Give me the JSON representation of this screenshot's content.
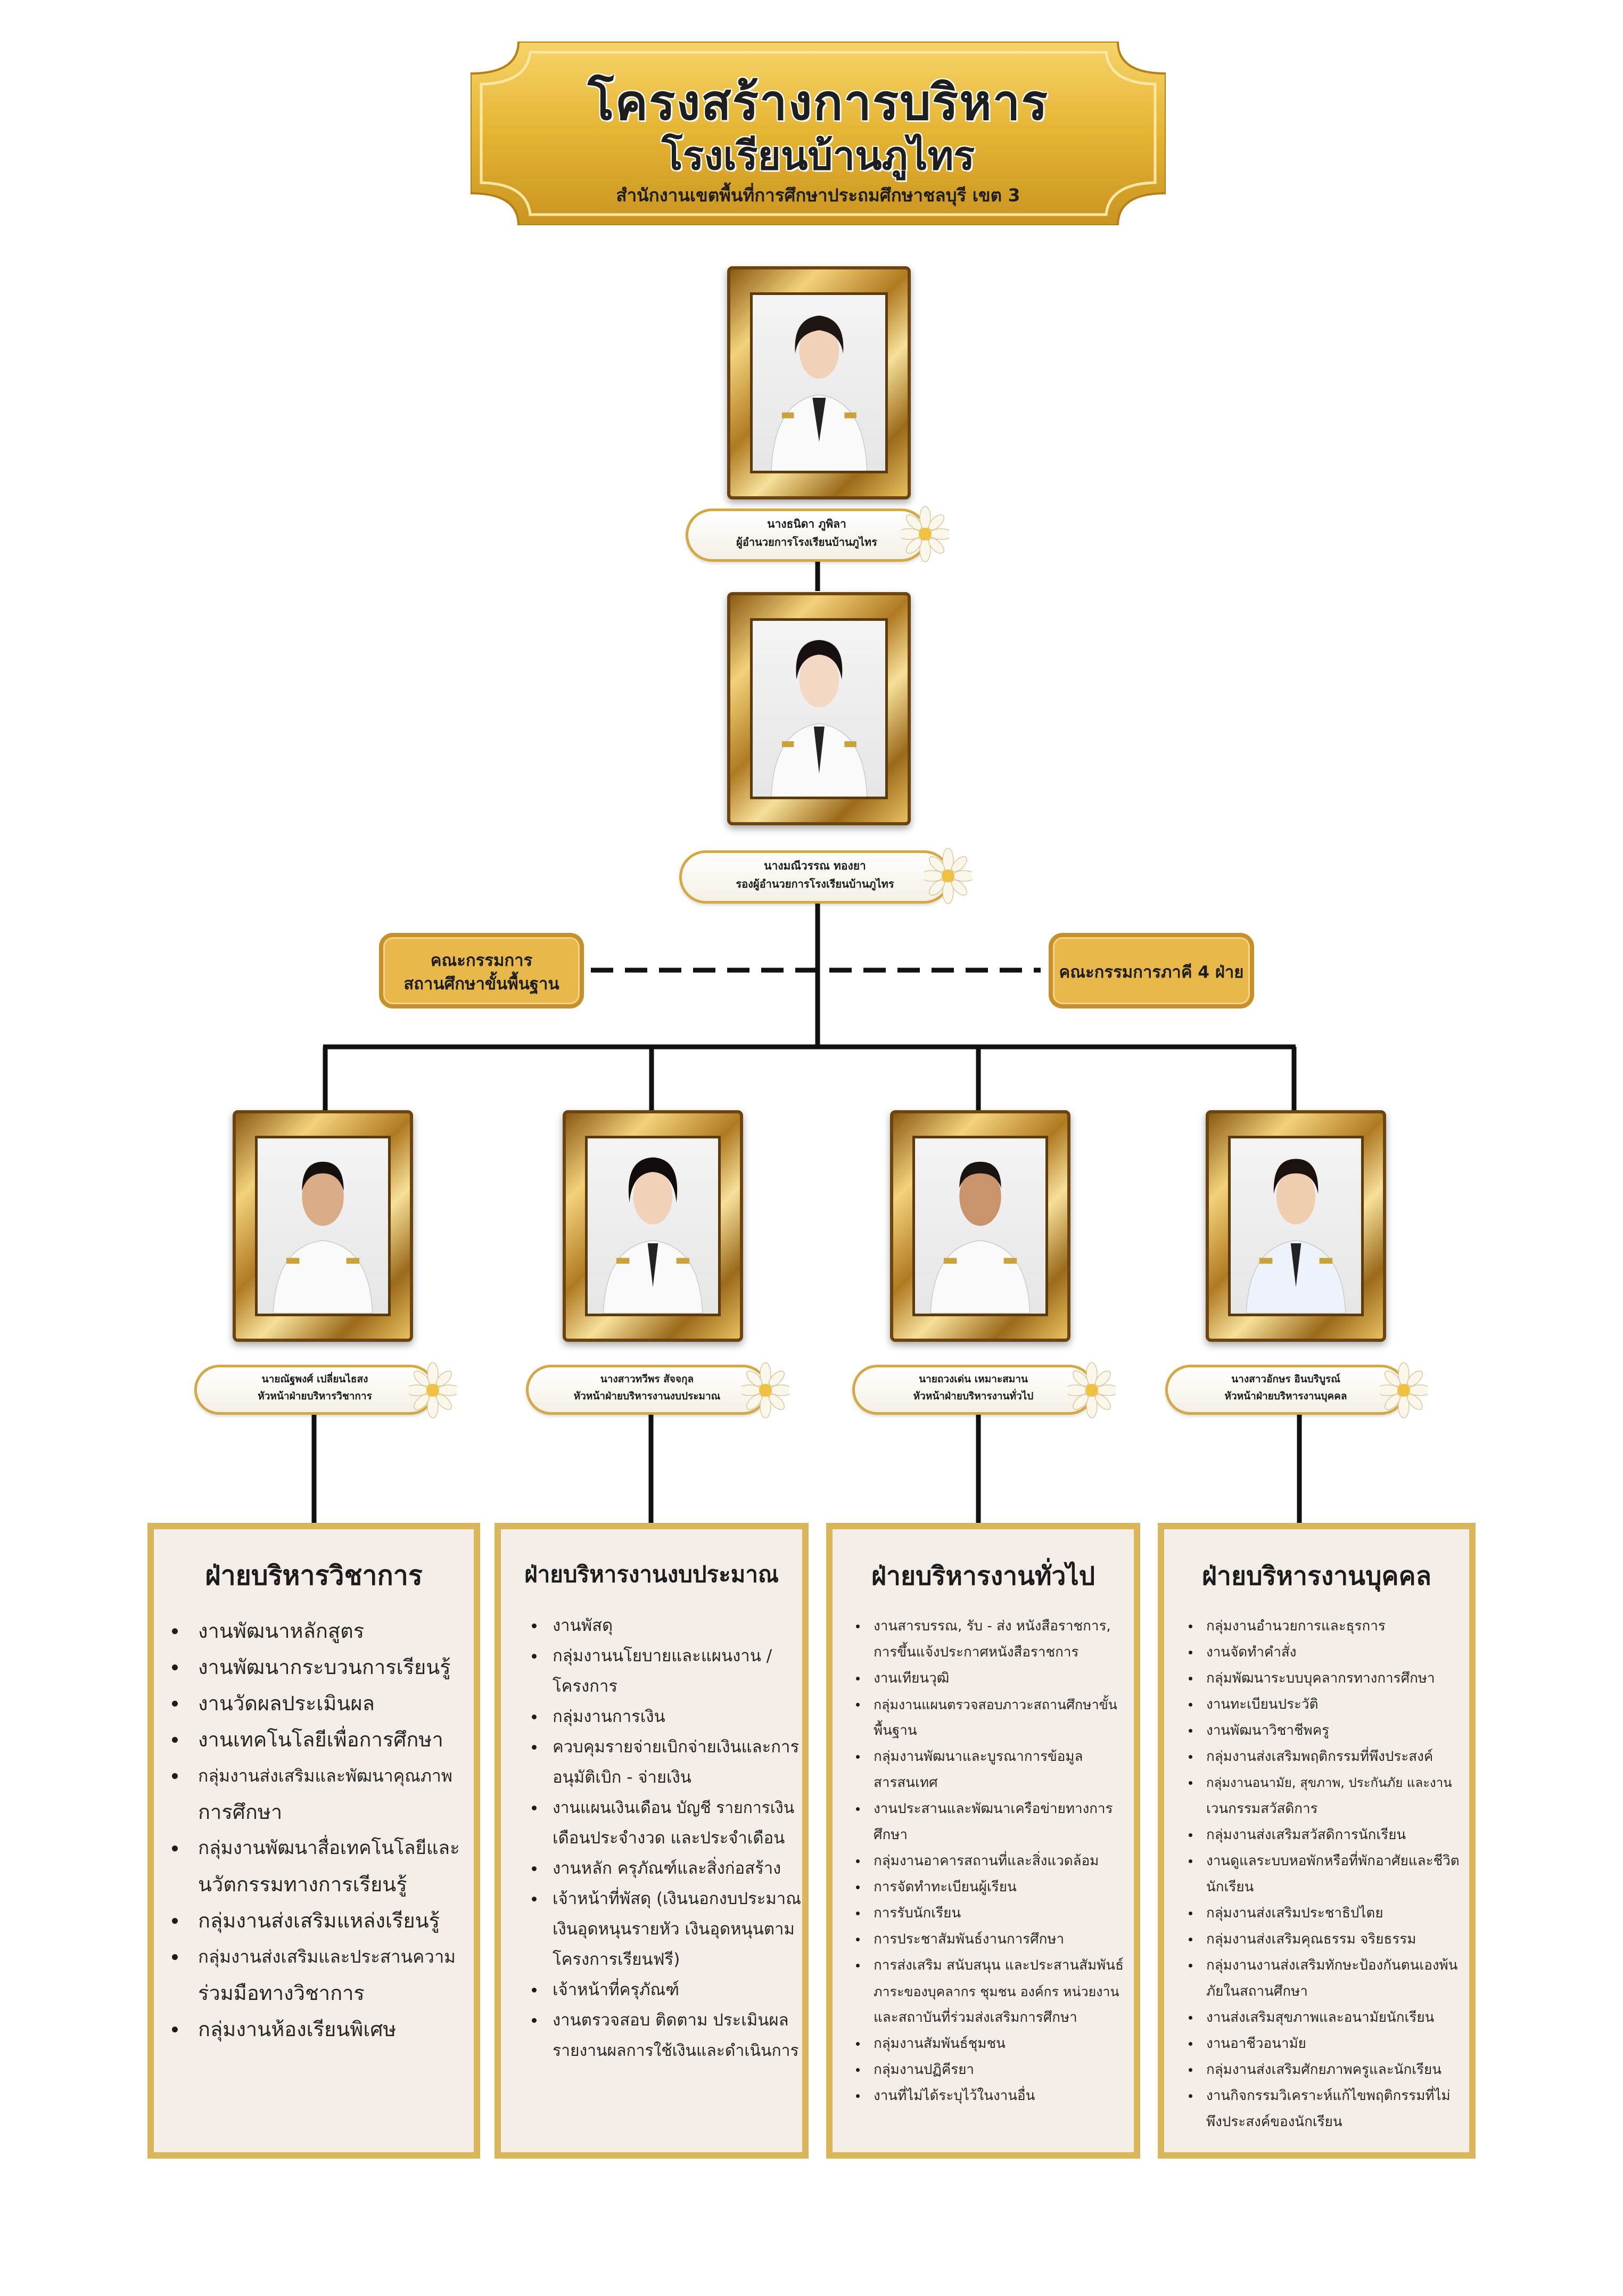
{
  "banner": {
    "title": "โครงสร้างการบริหาร",
    "school": "โรงเรียนบ้านภูไทร",
    "office": "สำนักงานเขตพื้นที่การศึกษาประถมศึกษาชลบุรี เขต 3",
    "gold": "#e5b433"
  },
  "director": {
    "name": "นางธนิดา ภูพิลา",
    "position": "ผู้อำนวยการโรงเรียนบ้านภูไทร"
  },
  "deputy": {
    "name": "นางมณีวรรณ ทองยา",
    "position": "รองผู้อำนวยการโรงเรียนบ้านภูไทร"
  },
  "committees": {
    "left_line1": "คณะกรรมการ",
    "left_line2": "สถานศึกษาขั้นพื้นฐาน",
    "right": "คณะกรรมการภาคี 4 ฝ่าย"
  },
  "heads": [
    {
      "name": "นายณัฐพงศ์ เปลี่ยนไธสง",
      "position": "หัวหน้าฝ่ายบริหารวิชาการ"
    },
    {
      "name": "นางสาวทวีพร สัจจกุล",
      "position": "หัวหน้าฝ่ายบริหารงานงบประมาณ"
    },
    {
      "name": "นายถวงเด่น เหมาะสมาน",
      "position": "หัวหน้าฝ่ายบริหารงานทั่วไป"
    },
    {
      "name": "นางสาวอักษร อินบริบูรณ์",
      "position": "หัวหน้าฝ่ายบริหารงานบุคคล"
    }
  ],
  "departments": [
    {
      "title": "ฝ่ายบริหารวิชาการ",
      "items": [
        [
          "งานพัฒนาหลักสูตร"
        ],
        [
          "งานพัฒนากระบวนการเรียนรู้"
        ],
        [
          "งานวัดผลประเมินผล"
        ],
        [
          "งานเทคโนโลยีเพื่อการศึกษา"
        ],
        [
          "กลุ่มงานส่งเสริมและพัฒนาคุณภาพ",
          "การศึกษา"
        ],
        [
          "กลุ่มงานพัฒนาสื่อเทคโนโลยีและ",
          "นวัตกรรมทางการเรียนรู้"
        ],
        [
          "กลุ่มงานส่งเสริมแหล่งเรียนรู้"
        ],
        [
          "กลุ่มงานส่งเสริมและประสานความ",
          "ร่วมมือทางวิชาการ"
        ],
        [
          "กลุ่มงานห้องเรียนพิเศษ"
        ]
      ]
    },
    {
      "title": "ฝ่ายบริหารงานงบประมาณ",
      "items": [
        [
          "งานพัสดุ"
        ],
        [
          "กลุ่มงานนโยบายและแผนงาน /",
          "โครงการ"
        ],
        [
          "กลุ่มงานการเงิน"
        ],
        [
          "ควบคุมรายจ่ายเบิกจ่ายเงินและการ",
          "อนุมัติเบิก - จ่ายเงิน"
        ],
        [
          "งานแผนเงินเดือน บัญชี รายการเงิน",
          "เดือนประจำงวด และประจำเดือน"
        ],
        [
          "งานหลัก ครุภัณฑ์และสิ่งก่อสร้าง"
        ],
        [
          "เจ้าหน้าที่พัสดุ (เงินนอกงบประมาณ",
          "เงินอุดหนุนรายหัว เงินอุดหนุนตาม",
          "โครงการเรียนฟรี)"
        ],
        [
          "เจ้าหน้าที่ครุภัณฑ์"
        ],
        [
          "งานตรวจสอบ ติดตาม ประเมินผล",
          "รายงานผลการใช้เงินและดำเนินการ"
        ]
      ]
    },
    {
      "title": "ฝ่ายบริหารงานทั่วไป",
      "items": [
        [
          "งานสารบรรณ, รับ - ส่ง หนังสือราชการ,",
          "การขึ้นแจ้งประกาศหนังสือราชการ"
        ],
        [
          "งานเทียนวุฒิ"
        ],
        [
          "กลุ่มงานแผนตรวจสอบภาวะสถานศึกษาขั้น",
          "พื้นฐาน"
        ],
        [
          "กลุ่มงานพัฒนาและบูรณาการข้อมูล",
          "สารสนเทศ"
        ],
        [
          "งานประสานและพัฒนาเครือข่ายทางการ",
          "ศึกษา"
        ],
        [
          "กลุ่มงานอาคารสถานที่และสิ่งแวดล้อม"
        ],
        [
          "การจัดทำทะเบียนผู้เรียน"
        ],
        [
          "การรับนักเรียน"
        ],
        [
          "การประชาสัมพันธ์งานการศึกษา"
        ],
        [
          "การส่งเสริม สนับสนุน และประสานสัมพันธ์",
          "ภาระของบุคลากร ชุมชน องค์กร หน่วยงาน",
          "และสถาบันที่ร่วมส่งเสริมการศึกษา"
        ],
        [
          "กลุ่มงานสัมพันธ์ชุมชน"
        ],
        [
          "กลุ่มงานปฏิคีรยา"
        ],
        [
          "งานที่ไม่ได้ระบุไว้ในงานอื่น"
        ]
      ]
    },
    {
      "title": "ฝ่ายบริหารงานบุคคล",
      "items": [
        [
          "กลุ่มงานอำนวยการและธุรการ"
        ],
        [
          "งานจัดทำคำสั่ง"
        ],
        [
          "กลุ่มพัฒนาระบบบุคลากรทางการศึกษา"
        ],
        [
          "งานทะเบียนประวัติ"
        ],
        [
          "งานพัฒนาวิชาชีพครู"
        ],
        [
          "กลุ่มงานส่งเสริมพฤติกรรมที่พึงประสงค์"
        ],
        [
          "กลุ่มงานอนามัย, สุขภาพ, ประกันภัย และงาน",
          "เวนกรรมสวัสดิการ"
        ],
        [
          "กลุ่มงานส่งเสริมสวัสดิการนักเรียน"
        ],
        [
          "งานดูแลระบบหอพักหรือที่พักอาศัยและชีวิต",
          "นักเรียน"
        ],
        [
          "กลุ่มงานส่งเสริมประชาธิปไตย"
        ],
        [
          "กลุ่มงานส่งเสริมคุณธรรม จริยธรรม"
        ],
        [
          "กลุ่มงานงานส่งเสริมทักษะป้องกันตนเองพ้น",
          "ภัยในสถานศึกษา"
        ],
        [
          "งานส่งเสริมสุขภาพและอนามัยนักเรียน"
        ],
        [
          "งานอาชีวอนามัย"
        ],
        [
          "กลุ่มงานส่งเสริมศักยภาพครูและนักเรียน"
        ],
        [
          "งานกิจกรรมวิเคราะห์แก้ไขพฤติกรรมที่ไม่",
          "พึงประสงค์ของนักเรียน"
        ]
      ]
    }
  ]
}
